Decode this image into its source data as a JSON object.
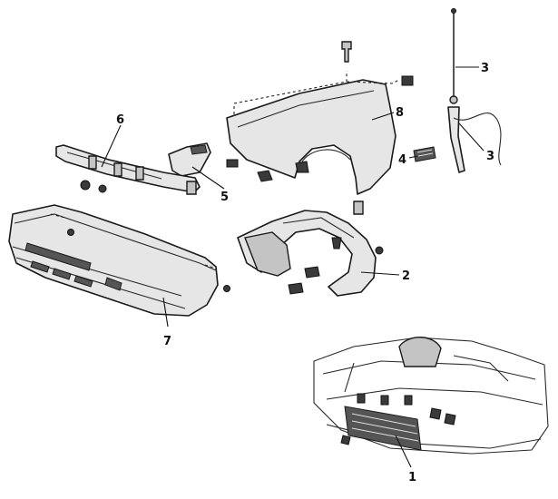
{
  "callouts": [
    {
      "id": "1",
      "label": "1"
    },
    {
      "id": "2",
      "label": "2"
    },
    {
      "id": "3a",
      "label": "3"
    },
    {
      "id": "3b",
      "label": "3"
    },
    {
      "id": "4",
      "label": "4"
    },
    {
      "id": "5",
      "label": "5"
    },
    {
      "id": "6",
      "label": "6"
    },
    {
      "id": "7",
      "label": "7"
    },
    {
      "id": "8",
      "label": "8"
    }
  ]
}
